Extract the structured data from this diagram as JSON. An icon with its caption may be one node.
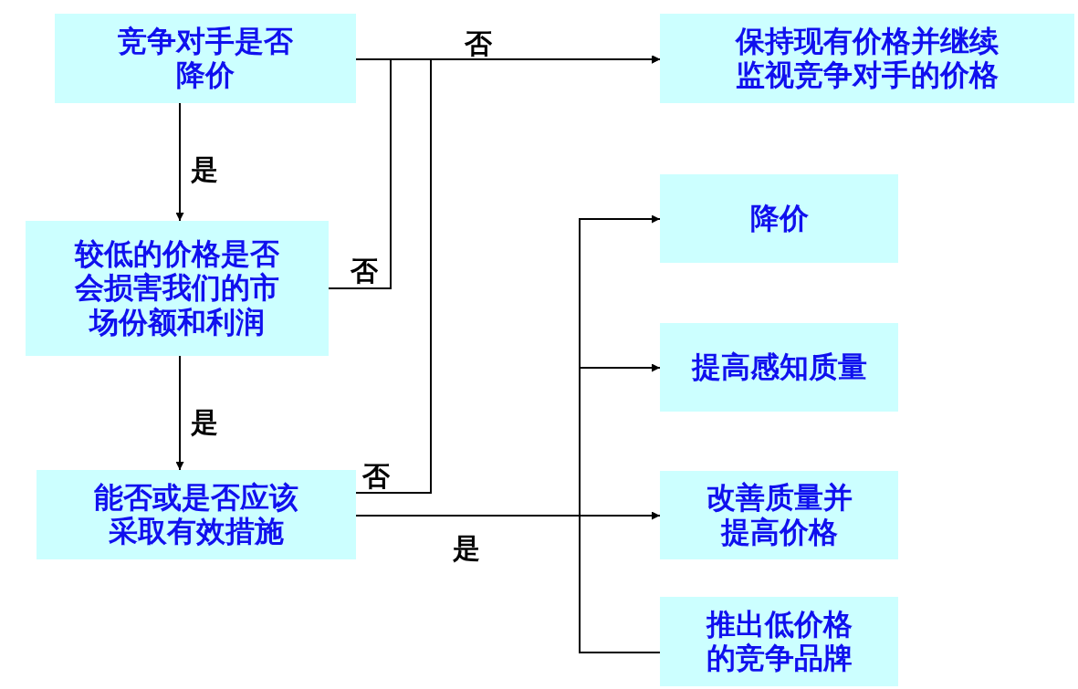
{
  "diagram": {
    "nodes": [
      {
        "text": [
          "竞争对手是否降价"
        ]
      },
      {
        "text": [
          "保持现有价格并继续监视竞争对手的价格"
        ]
      },
      {
        "text": [
          "较低的价格是否会损害我们的市场份额和利润"
        ]
      },
      {
        "text": [
          "能否或是否应该采取有效措施"
        ]
      },
      {
        "text": [
          "降价"
        ]
      },
      {
        "text": [
          "提高感知质量"
        ]
      },
      {
        "text": [
          "改善质量并提高价格"
        ]
      },
      {
        "text": [
          "推出低价格的竞争品牌"
        ]
      }
    ],
    "edges": [
      {
        "from": 0,
        "to": 1,
        "arrow": "to",
        "label": "否"
      },
      {
        "from": 0,
        "to": 2,
        "arrow": "to",
        "label": "是"
      },
      {
        "from": 2,
        "to": 1,
        "arrow": "to",
        "label": "否"
      },
      {
        "from": 2,
        "to": 3,
        "arrow": "to",
        "label": "是"
      },
      {
        "from": 3,
        "to": 1,
        "arrow": "to",
        "label": "否"
      },
      {
        "from": 3,
        "to": 4,
        "arrow": "to"
      },
      {
        "from": 3,
        "to": 5,
        "arrow": "to"
      },
      {
        "from": 3,
        "to": 6,
        "arrow": "to",
        "label": "是"
      },
      {
        "from": 3,
        "to": 7,
        "arrow": "none"
      }
    ]
  }
}
